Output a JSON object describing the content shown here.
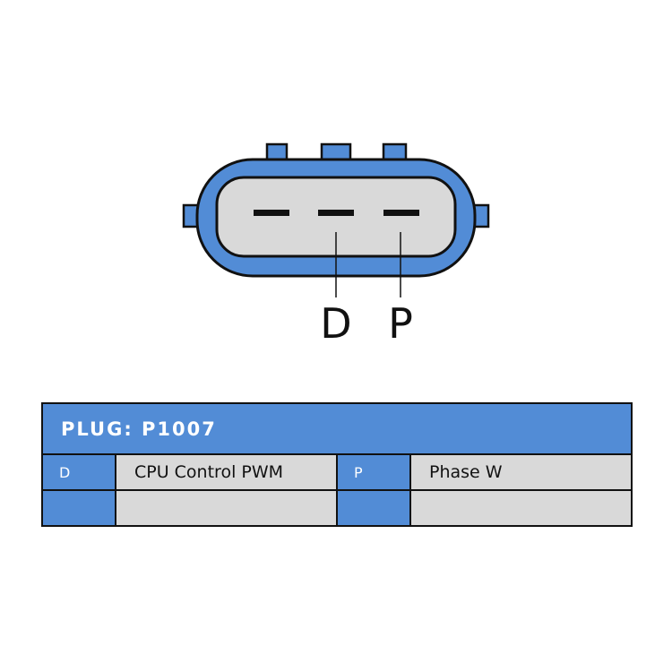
{
  "colors": {
    "accent": "#528cd6",
    "connector_body": "#d9d9d9",
    "outline": "#111111",
    "cell_gray": "#d9d9d9"
  },
  "diagram": {
    "pin_labels": [
      "D",
      "P"
    ]
  },
  "table": {
    "title": "PLUG: P1007",
    "rows": [
      [
        {
          "pin": "D",
          "desc": "CPU Control PWM"
        },
        {
          "pin": "P",
          "desc": "Phase W"
        }
      ],
      [
        {
          "pin": "",
          "desc": ""
        },
        {
          "pin": "",
          "desc": ""
        }
      ]
    ]
  }
}
